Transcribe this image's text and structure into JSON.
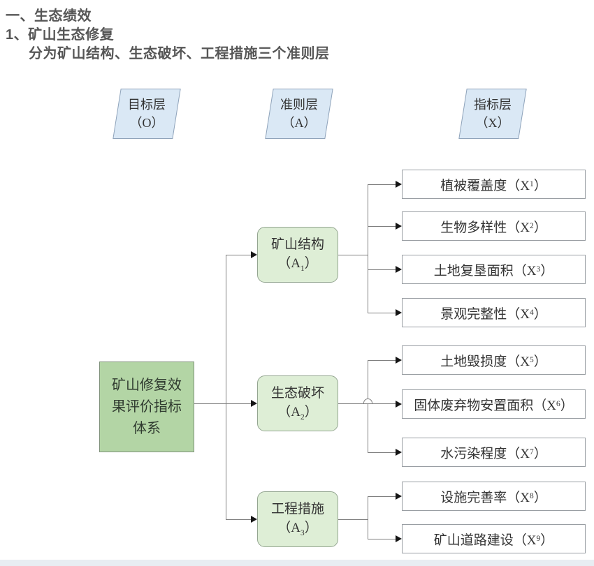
{
  "header": {
    "line1": "一、生态绩效",
    "line2": "1、矿山生态修复",
    "line3": "分为矿山结构、生态破坏、工程措施三个准则层"
  },
  "layers": [
    {
      "title": "目标层",
      "tag": "（O）"
    },
    {
      "title": "准则层",
      "tag": "（A）"
    },
    {
      "title": "指标层",
      "tag": "（X）"
    }
  ],
  "root": {
    "text": "矿山修复效\n果评价指标\n体系"
  },
  "criteria": [
    {
      "name": "矿山结构",
      "pre": "（A",
      "sub": "1",
      "post": "）"
    },
    {
      "name": "生态破坏",
      "pre": "（A",
      "sub": "2",
      "post": "）"
    },
    {
      "name": "工程措施",
      "pre": "（A",
      "sub": "3",
      "post": "）"
    }
  ],
  "indicators": [
    {
      "pre": "植被覆盖度（X",
      "sub": "1",
      "post": "）"
    },
    {
      "pre": "生物多样性（X",
      "sub": "2",
      "post": "）"
    },
    {
      "pre": "土地复垦面积（X",
      "sub": "3",
      "post": "）"
    },
    {
      "pre": "景观完整性（X",
      "sub": "4",
      "post": "）"
    },
    {
      "pre": "土地毁损度（X",
      "sub": "5",
      "post": "）"
    },
    {
      "pre": "固体废弃物安置面积（X",
      "sub": "6",
      "post": "）"
    },
    {
      "pre": "水污染程度（X",
      "sub": "7",
      "post": "）"
    },
    {
      "pre": "设施完善率（X",
      "sub": "8",
      "post": "）"
    },
    {
      "pre": "矿山道路建设（X",
      "sub": "9",
      "post": "）"
    }
  ],
  "colors": {
    "root_fill": "#b3d5a5",
    "criteria_fill": "#deeed6",
    "layer_fill": "#dae8f5",
    "indicator_fill": "#ffffff",
    "line": "#7f7f7f",
    "arrow": "#151515",
    "header_text": "#565656",
    "bottom_strip": "#e8edf2"
  }
}
